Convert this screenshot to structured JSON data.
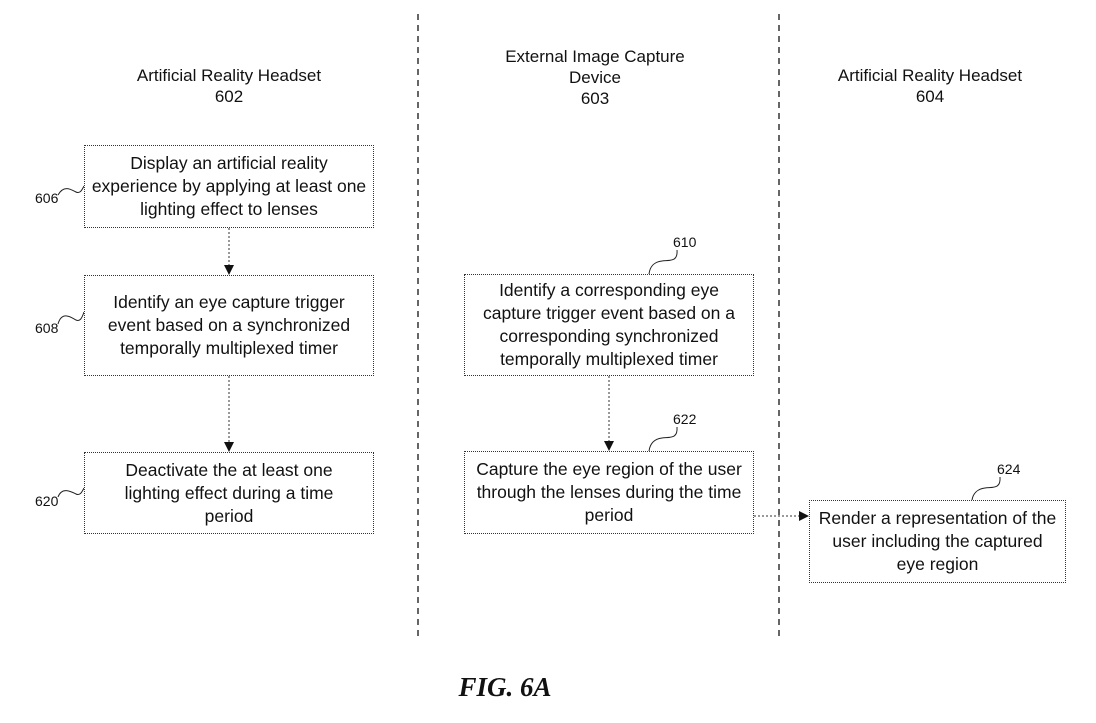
{
  "lanes": [
    {
      "title": "Artificial Reality Headset",
      "ref": "602"
    },
    {
      "title": "External Image Capture Device",
      "title_line1": "External Image Capture",
      "title_line2": "Device",
      "ref": "603"
    },
    {
      "title": "Artificial Reality Headset",
      "ref": "604"
    }
  ],
  "steps": {
    "s606": {
      "ref": "606",
      "text": "Display an artificial reality experience by applying at least one lighting effect to lenses"
    },
    "s608": {
      "ref": "608",
      "text": "Identify an eye capture trigger event based on a synchronized temporally multiplexed timer"
    },
    "s620": {
      "ref": "620",
      "text": "Deactivate the at least one lighting effect during a time period"
    },
    "s610": {
      "ref": "610",
      "text": "Identify a corresponding eye capture trigger event based on a corresponding synchronized temporally multiplexed timer"
    },
    "s622": {
      "ref": "622",
      "text": "Capture the eye region of the user through the lenses during the time period"
    },
    "s624": {
      "ref": "624",
      "text": "Render a representation of the user including the captured eye region"
    }
  },
  "flows": [
    {
      "from": "606",
      "to": "608"
    },
    {
      "from": "608",
      "to": "620"
    },
    {
      "from": "610",
      "to": "622"
    },
    {
      "from": "622",
      "to": "624"
    }
  ],
  "figure_label": "FIG. 6A"
}
